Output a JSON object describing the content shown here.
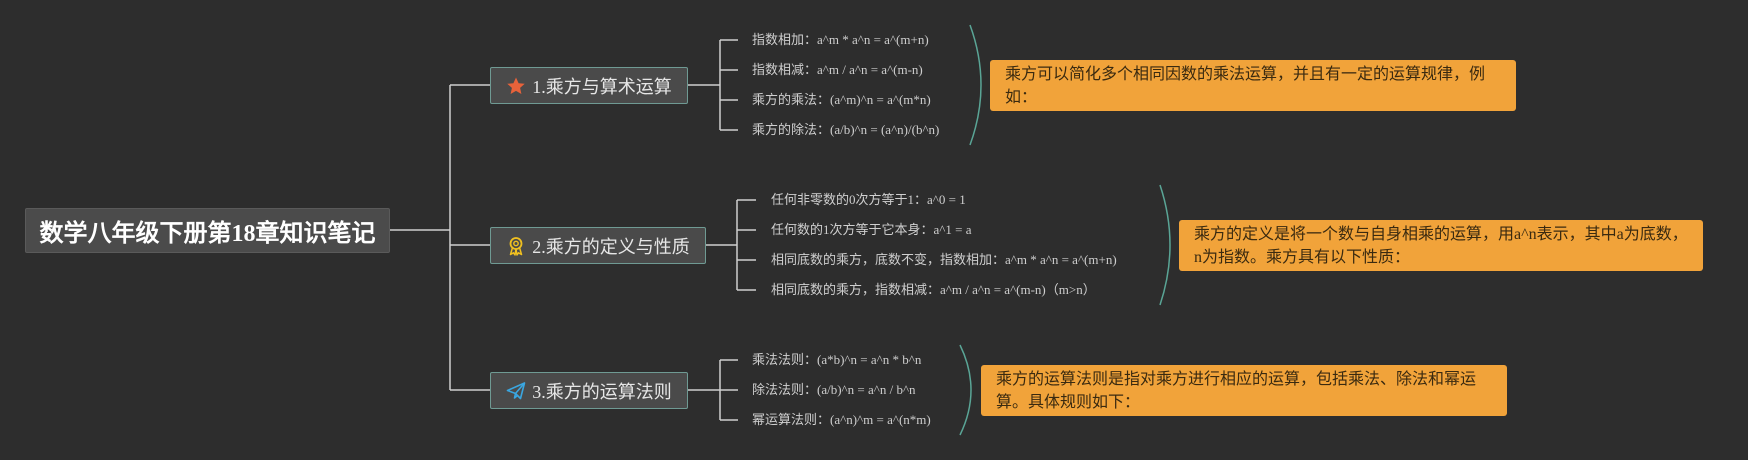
{
  "root": {
    "title": "数学八年级下册第18章知识笔记"
  },
  "branches": [
    {
      "label": "1.乘方与算术运算",
      "icon": "star-icon",
      "items": [
        "指数相加：a^m * a^n = a^(m+n)",
        "指数相减：a^m / a^n = a^(m-n)",
        "乘方的乘法：(a^m)^n = a^(m*n)",
        "乘方的除法：(a/b)^n = (a^n)/(b^n)"
      ],
      "note": "乘方可以简化多个相同因数的乘法运算，并且有一定的运算规律，例如：",
      "accent": "#e8623a"
    },
    {
      "label": "2.乘方的定义与性质",
      "icon": "award-icon",
      "items": [
        "任何非零数的0次方等于1：a^0 = 1",
        "任何数的1次方等于它本身：a^1 = a",
        "相同底数的乘方，底数不变，指数相加：a^m * a^n = a^(m+n)",
        "相同底数的乘方，指数相减：a^m / a^n = a^(m-n)（m>n）"
      ],
      "note": "乘方的定义是将一个数与自身相乘的运算，用a^n表示，其中a为底数，n为指数。乘方具有以下性质：",
      "accent": "#f0c020"
    },
    {
      "label": "3.乘方的运算法则",
      "icon": "paper-plane-icon",
      "items": [
        "乘法法则：(a*b)^n = a^n * b^n",
        "除法法则：(a/b)^n = a^n / b^n",
        "幂运算法则：(a^n)^m = a^(n*m)"
      ],
      "note": "乘方的运算法则是指对乘方进行相应的运算，包括乘法、除法和幂运算。具体规则如下：",
      "accent": "#3aa6e0"
    }
  ],
  "colors": {
    "background": "#2d2d2d",
    "connector": "#cfcfcf",
    "bracket": "#5aa596",
    "note": "#f1a33a"
  }
}
